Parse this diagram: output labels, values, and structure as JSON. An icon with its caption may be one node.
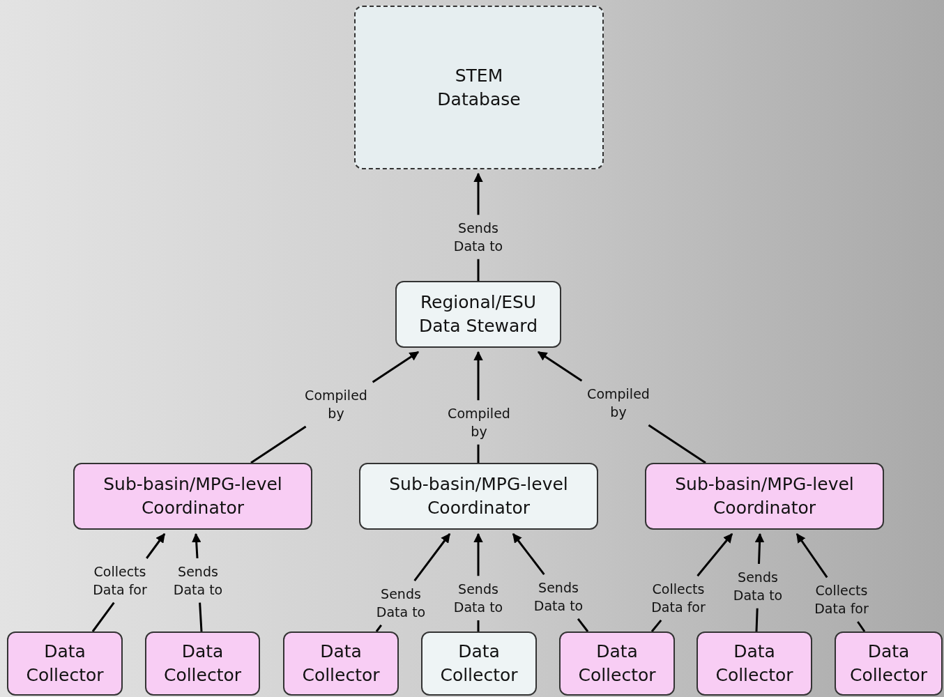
{
  "diagram": {
    "nodes": [
      {
        "text": [
          "STEM Database"
        ]
      },
      {
        "text": [
          "Regional/ESU Data Steward"
        ]
      },
      {
        "text": [
          "Sub-basin/MPG-level Coordinator"
        ]
      },
      {
        "text": [
          "Sub-basin/MPG-level Coordinator"
        ]
      },
      {
        "text": [
          "Sub-basin/MPG-level Coordinator"
        ]
      },
      {
        "text": [
          "Data Collector"
        ]
      },
      {
        "text": [
          "Data Collector"
        ]
      },
      {
        "text": [
          "Data Collector"
        ]
      },
      {
        "text": [
          "Data Collector"
        ]
      },
      {
        "text": [
          "Data Collector"
        ]
      },
      {
        "text": [
          "Data Collector"
        ]
      },
      {
        "text": [
          "Data Collector"
        ]
      }
    ],
    "edges": [
      {
        "from": 1,
        "to": 0,
        "arrow": "to",
        "label": "Sends Data to"
      },
      {
        "from": 2,
        "to": 1,
        "arrow": "to",
        "label": "Compiled by"
      },
      {
        "from": 3,
        "to": 1,
        "arrow": "to",
        "label": "Compiled by"
      },
      {
        "from": 4,
        "to": 1,
        "arrow": "to",
        "label": "Compiled by"
      },
      {
        "from": 5,
        "to": 2,
        "arrow": "to",
        "label": "Collects Data for"
      },
      {
        "from": 6,
        "to": 2,
        "arrow": "to",
        "label": "Sends Data to"
      },
      {
        "from": 7,
        "to": 3,
        "arrow": "to",
        "label": "Sends Data to"
      },
      {
        "from": 8,
        "to": 3,
        "arrow": "to",
        "label": "Sends Data to"
      },
      {
        "from": 9,
        "to": 3,
        "arrow": "to",
        "label": "Sends Data to"
      },
      {
        "from": 9,
        "to": 4,
        "arrow": "to",
        "label": "Collects Data for"
      },
      {
        "from": 10,
        "to": 4,
        "arrow": "to",
        "label": "Sends Data to"
      },
      {
        "from": 11,
        "to": 4,
        "arrow": "to",
        "label": "Collects Data for"
      }
    ]
  }
}
